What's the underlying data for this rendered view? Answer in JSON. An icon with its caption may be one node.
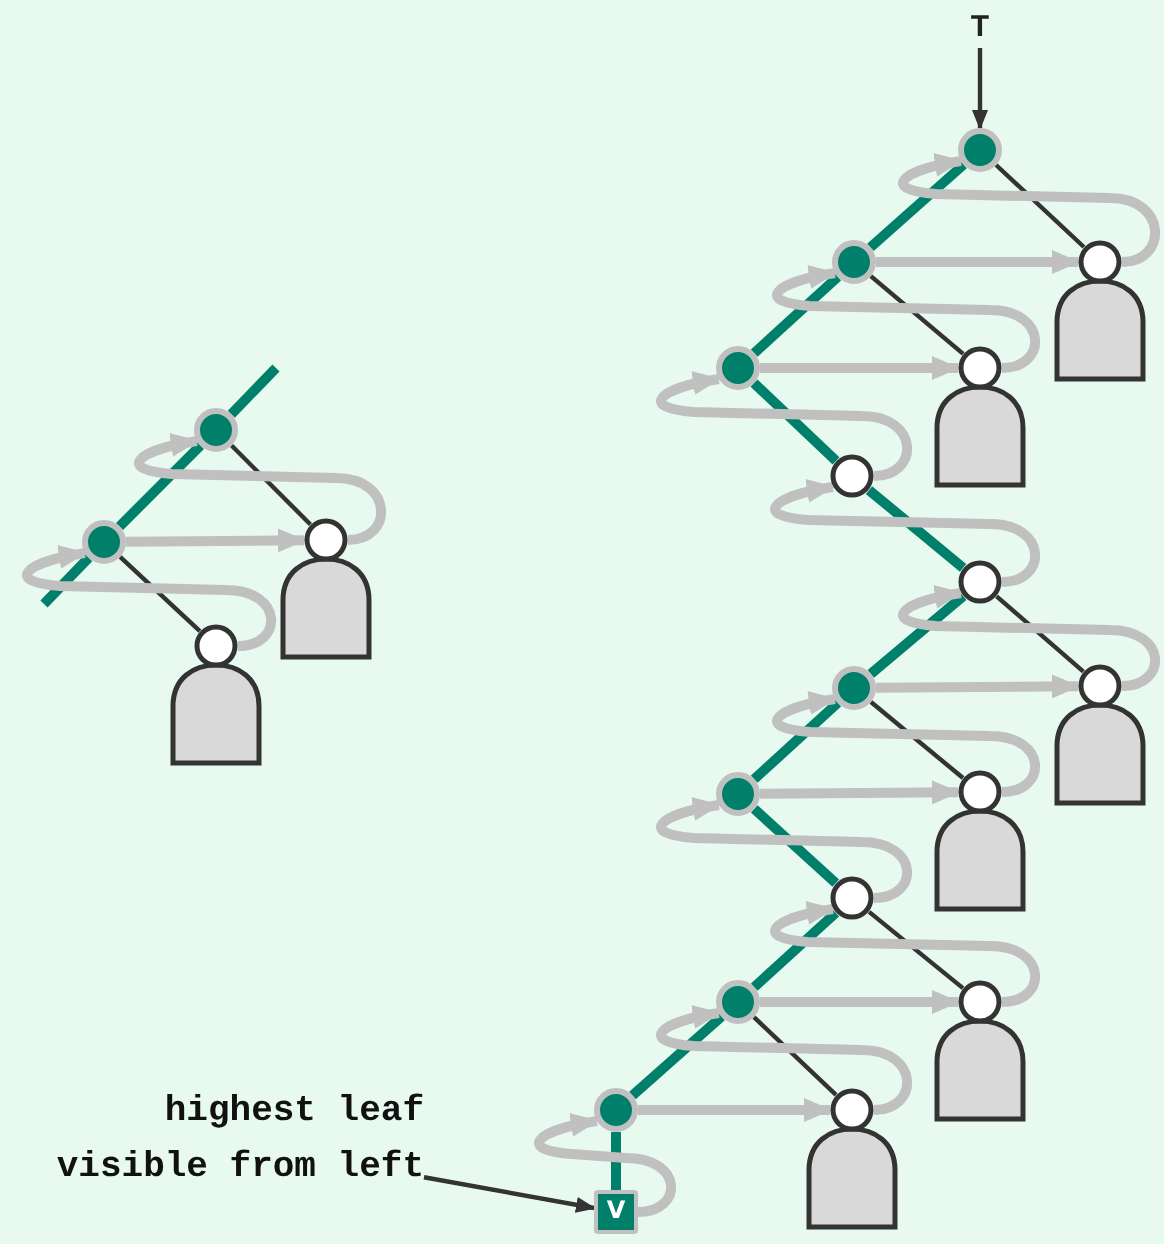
{
  "diagram": {
    "nodes": [
      {
        "text": [],
        "shape": "dot"
      },
      {
        "text": [],
        "shape": "dot"
      },
      {
        "text": [],
        "shape": "circle"
      },
      {
        "text": [],
        "shape": "arch"
      },
      {
        "text": [],
        "shape": "circle"
      },
      {
        "text": [],
        "shape": "arch"
      },
      {
        "text": [
          "T"
        ]
      },
      {
        "text": [],
        "shape": "dot"
      },
      {
        "text": [],
        "shape": "circle"
      },
      {
        "text": [],
        "shape": "arch"
      },
      {
        "text": [],
        "shape": "dot"
      },
      {
        "text": [],
        "shape": "circle"
      },
      {
        "text": [],
        "shape": "arch"
      },
      {
        "text": [],
        "shape": "dot"
      },
      {
        "text": [],
        "shape": "circle"
      },
      {
        "text": [],
        "shape": "circle"
      },
      {
        "text": [],
        "shape": "circle"
      },
      {
        "text": [],
        "shape": "arch"
      },
      {
        "text": [],
        "shape": "dot"
      },
      {
        "text": [],
        "shape": "circle"
      },
      {
        "text": [],
        "shape": "arch"
      },
      {
        "text": [],
        "shape": "dot"
      },
      {
        "text": [],
        "shape": "circle"
      },
      {
        "text": [],
        "shape": "circle"
      },
      {
        "text": [],
        "shape": "arch"
      },
      {
        "text": [],
        "shape": "dot"
      },
      {
        "text": [],
        "shape": "circle"
      },
      {
        "text": [],
        "shape": "arch"
      },
      {
        "text": [],
        "shape": "dot"
      },
      {
        "text": [
          "V"
        ]
      },
      {
        "text": [
          "highest leaf visible from left"
        ]
      }
    ],
    "edges": [
      {
        "from": 0,
        "to": 1,
        "arrow": "none",
        "color": "#00806a"
      },
      {
        "from": 0,
        "to": 2,
        "arrow": "none",
        "color": "#333333"
      },
      {
        "from": 1,
        "to": 4,
        "arrow": "none",
        "color": "#333333"
      },
      {
        "from": 1,
        "to": 2,
        "arrow": "to"
      },
      {
        "from": 4,
        "to": 1,
        "arrow": "to"
      },
      {
        "from": 2,
        "to": 0,
        "arrow": "to"
      },
      {
        "from": 6,
        "to": 7,
        "arrow": "to",
        "color": "#333333"
      },
      {
        "from": 7,
        "to": 10,
        "arrow": "none",
        "color": "#00806a"
      },
      {
        "from": 10,
        "to": 13,
        "arrow": "none",
        "color": "#00806a"
      },
      {
        "from": 13,
        "to": 14,
        "arrow": "none",
        "color": "#00806a"
      },
      {
        "from": 14,
        "to": 15,
        "arrow": "none",
        "color": "#00806a"
      },
      {
        "from": 15,
        "to": 18,
        "arrow": "none",
        "color": "#00806a"
      },
      {
        "from": 18,
        "to": 21,
        "arrow": "none",
        "color": "#00806a"
      },
      {
        "from": 21,
        "to": 22,
        "arrow": "none",
        "color": "#00806a"
      },
      {
        "from": 22,
        "to": 25,
        "arrow": "none",
        "color": "#00806a"
      },
      {
        "from": 25,
        "to": 28,
        "arrow": "none",
        "color": "#00806a"
      },
      {
        "from": 28,
        "to": 29,
        "arrow": "none",
        "color": "#00806a"
      },
      {
        "from": 7,
        "to": 8,
        "arrow": "none",
        "color": "#333333"
      },
      {
        "from": 10,
        "to": 11,
        "arrow": "none",
        "color": "#333333"
      },
      {
        "from": 15,
        "to": 16,
        "arrow": "none",
        "color": "#333333"
      },
      {
        "from": 18,
        "to": 19,
        "arrow": "none",
        "color": "#333333"
      },
      {
        "from": 22,
        "to": 23,
        "arrow": "none",
        "color": "#333333"
      },
      {
        "from": 25,
        "to": 26,
        "arrow": "none",
        "color": "#333333"
      },
      {
        "from": 10,
        "to": 8,
        "arrow": "to"
      },
      {
        "from": 13,
        "to": 11,
        "arrow": "to"
      },
      {
        "from": 18,
        "to": 16,
        "arrow": "to"
      },
      {
        "from": 21,
        "to": 19,
        "arrow": "to"
      },
      {
        "from": 25,
        "to": 23,
        "arrow": "to"
      },
      {
        "from": 28,
        "to": 26,
        "arrow": "to"
      },
      {
        "from": 8,
        "to": 7,
        "arrow": "to"
      },
      {
        "from": 11,
        "to": 10,
        "arrow": "to"
      },
      {
        "from": 14,
        "to": 13,
        "arrow": "to"
      },
      {
        "from": 15,
        "to": 14,
        "arrow": "to"
      },
      {
        "from": 16,
        "to": 15,
        "arrow": "to"
      },
      {
        "from": 19,
        "to": 18,
        "arrow": "to"
      },
      {
        "from": 22,
        "to": 21,
        "arrow": "to"
      },
      {
        "from": 23,
        "to": 22,
        "arrow": "to"
      },
      {
        "from": 26,
        "to": 25,
        "arrow": "to"
      },
      {
        "from": 29,
        "to": 28,
        "arrow": "to"
      },
      {
        "from": 30,
        "to": 29,
        "arrow": "to",
        "color": "#333333"
      }
    ]
  }
}
